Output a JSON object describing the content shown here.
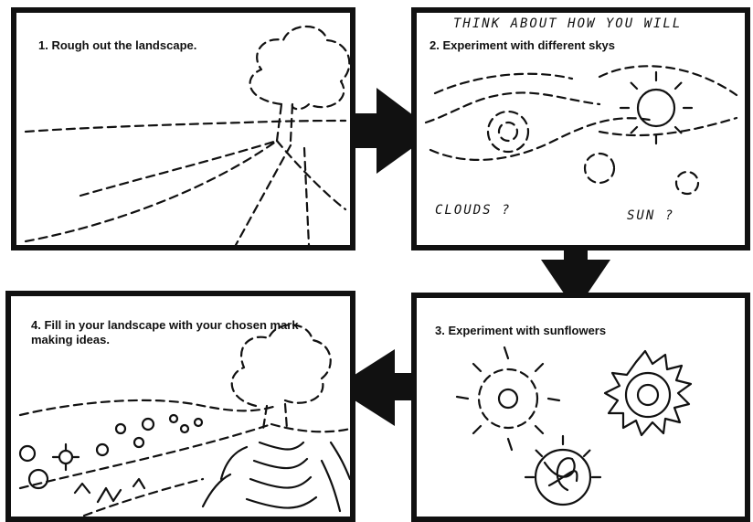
{
  "panels": [
    {
      "caption": "1. Rough out the landscape."
    },
    {
      "caption": "2. Experiment with different skys",
      "note": "THINK ABOUT HOW YOU WILL",
      "labels": [
        "CLOUDS ?",
        "SUN ?"
      ]
    },
    {
      "caption": "3. Experiment with sunflowers"
    },
    {
      "caption": "4. Fill in your landscape with your chosen mark making ideas."
    }
  ],
  "colors": {
    "ink": "#111111",
    "background": "#ffffff"
  },
  "arrows": [
    "arrow-right",
    "arrow-down",
    "arrow-left"
  ]
}
